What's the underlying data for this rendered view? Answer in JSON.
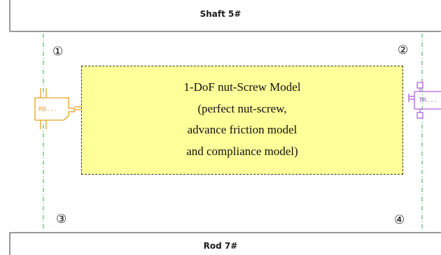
{
  "shaft": {
    "label": "Shaft 5#"
  },
  "rod": {
    "label": "Rod 7#"
  },
  "markers": [
    "①",
    "②",
    "③",
    "④"
  ],
  "model": {
    "lines": [
      "1-DoF nut-Screw Model",
      "(perfect nut-screw,",
      "advance friction model",
      "and compliance model)"
    ],
    "fill_color": "#ffff99"
  },
  "ports": {
    "left": {
      "label": "RO...",
      "color": "#e8a020"
    },
    "right": {
      "label": "TR...",
      "color": "#b060e0"
    }
  },
  "colors": {
    "dashdot_line": "#33aa44"
  }
}
